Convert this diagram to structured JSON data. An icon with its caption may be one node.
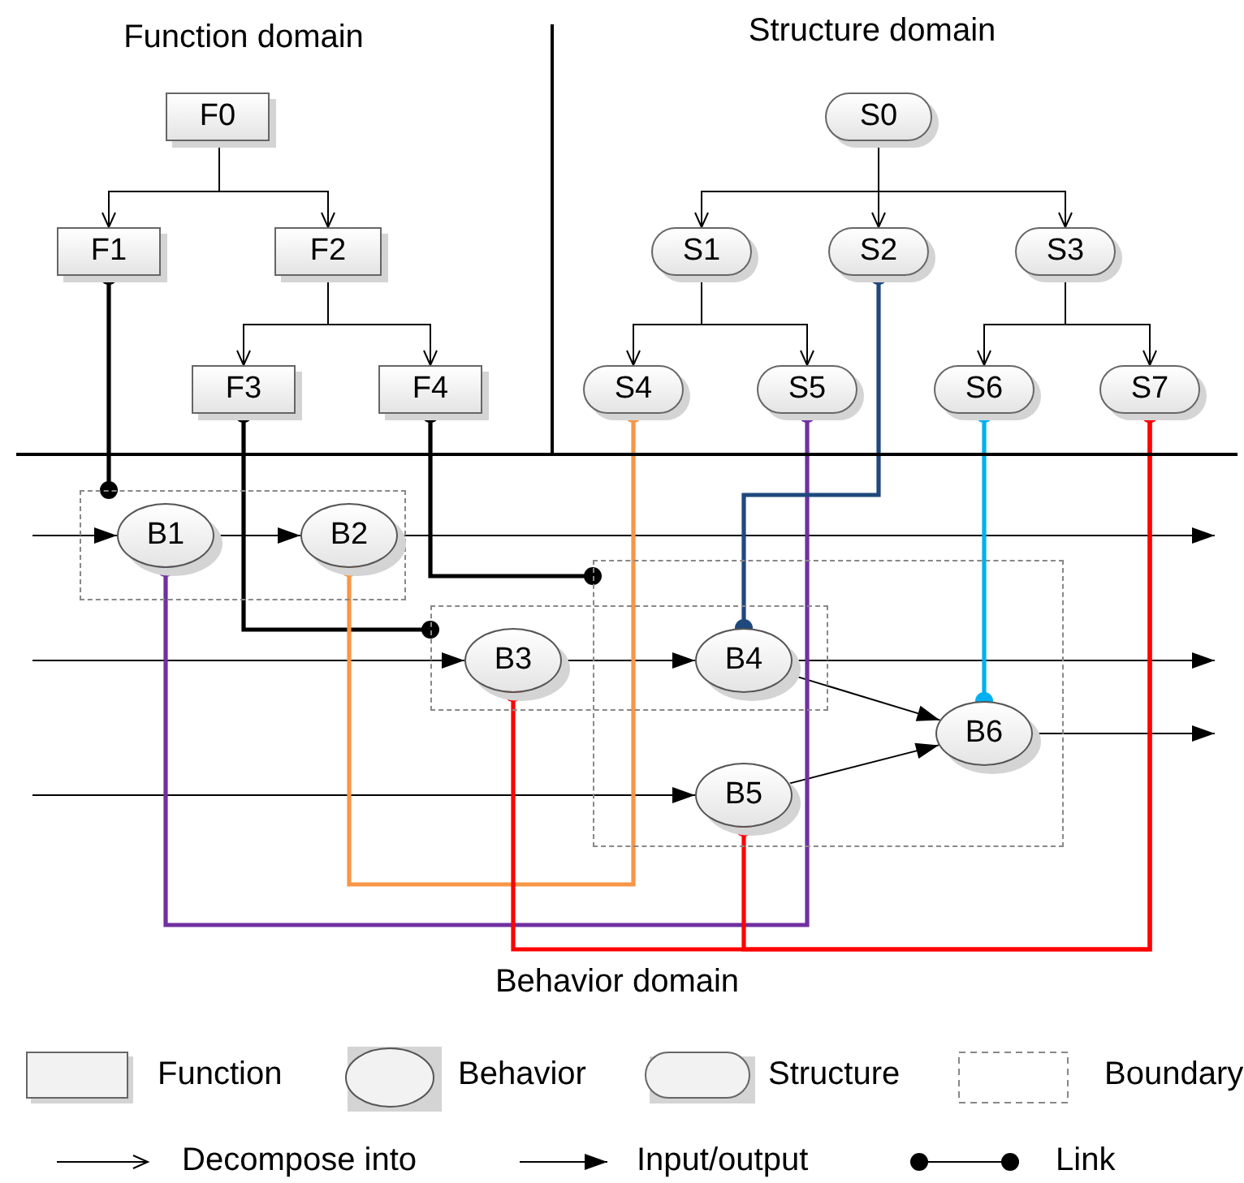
{
  "diagram": {
    "nodes": [
      {
        "text": [
          "F0"
        ]
      },
      {
        "text": [
          "F1"
        ]
      },
      {
        "text": [
          "F2"
        ]
      },
      {
        "text": [
          "F3"
        ]
      },
      {
        "text": [
          "F4"
        ]
      },
      {
        "text": [
          "S0"
        ]
      },
      {
        "text": [
          "S1"
        ]
      },
      {
        "text": [
          "S2"
        ]
      },
      {
        "text": [
          "S3"
        ]
      },
      {
        "text": [
          "S4"
        ]
      },
      {
        "text": [
          "S5"
        ]
      },
      {
        "text": [
          "S6"
        ]
      },
      {
        "text": [
          "S7"
        ]
      },
      {
        "text": [],
        "shape": "box"
      },
      {
        "text": [
          "B1"
        ],
        "in": 13
      },
      {
        "text": [
          "B2"
        ],
        "in": 13
      },
      {
        "text": [],
        "shape": "box"
      },
      {
        "text": [
          "B3"
        ],
        "in": 16
      },
      {
        "text": [
          "B4"
        ]
      },
      {
        "text": [],
        "shape": "box"
      },
      {
        "text": [
          "B5"
        ],
        "in": 19
      },
      {
        "text": [
          "B6"
        ],
        "in": 19
      }
    ],
    "edges": [
      {
        "from": 0,
        "to": 1,
        "arrow": "to"
      },
      {
        "from": 0,
        "to": 2,
        "arrow": "to"
      },
      {
        "from": 2,
        "to": 3,
        "arrow": "to"
      },
      {
        "from": 2,
        "to": 4,
        "arrow": "to"
      },
      {
        "from": 5,
        "to": 6,
        "arrow": "to"
      },
      {
        "from": 5,
        "to": 7,
        "arrow": "to"
      },
      {
        "from": 5,
        "to": 8,
        "arrow": "to"
      },
      {
        "from": 6,
        "to": 9,
        "arrow": "to"
      },
      {
        "from": 6,
        "to": 10,
        "arrow": "to"
      },
      {
        "from": 8,
        "to": 11,
        "arrow": "to"
      },
      {
        "from": 8,
        "to": 12,
        "arrow": "to"
      },
      {
        "from": null,
        "to": 14,
        "arrow": "to"
      },
      {
        "from": 14,
        "to": 15,
        "arrow": "to"
      },
      {
        "from": 15,
        "to": null,
        "arrow": "to"
      },
      {
        "from": null,
        "to": 17,
        "arrow": "to"
      },
      {
        "from": 17,
        "to": 18,
        "arrow": "to"
      },
      {
        "from": 18,
        "to": null,
        "arrow": "to"
      },
      {
        "from": 18,
        "to": 21,
        "arrow": "to"
      },
      {
        "from": null,
        "to": 20,
        "arrow": "to"
      },
      {
        "from": 20,
        "to": 21,
        "arrow": "to"
      },
      {
        "from": 21,
        "to": null,
        "arrow": "to"
      },
      {
        "from": 1,
        "to": 13,
        "arrow": "other",
        "style": "thick"
      },
      {
        "from": 3,
        "to": 16,
        "arrow": "other",
        "style": "thick"
      },
      {
        "from": 4,
        "to": 19,
        "arrow": "other",
        "style": "thick"
      },
      {
        "from": 9,
        "to": 15,
        "arrow": "other",
        "style": "thick",
        "color": "#f79646"
      },
      {
        "from": 10,
        "to": 14,
        "arrow": "other",
        "style": "thick",
        "color": "#7030a0"
      },
      {
        "from": 7,
        "to": 18,
        "arrow": "other",
        "style": "thick",
        "color": "#1f497d"
      },
      {
        "from": 11,
        "to": 21,
        "arrow": "other",
        "style": "thick",
        "color": "#00b0f0"
      },
      {
        "from": 12,
        "to": 17,
        "arrow": "other",
        "style": "thick",
        "color": "#ff0000"
      },
      {
        "from": 12,
        "to": 20,
        "arrow": "other",
        "style": "thick",
        "color": "#ff0000"
      }
    ],
    "labels": [
      "Function domain",
      "Structure domain",
      "Behavior domain"
    ],
    "legend": [
      {
        "text": "Function"
      },
      {
        "text": "Behavior"
      },
      {
        "text": "Structure"
      },
      {
        "text": "Boundary"
      },
      {
        "text": "Decompose into"
      },
      {
        "text": "Input/output"
      },
      {
        "text": "Link"
      }
    ]
  }
}
